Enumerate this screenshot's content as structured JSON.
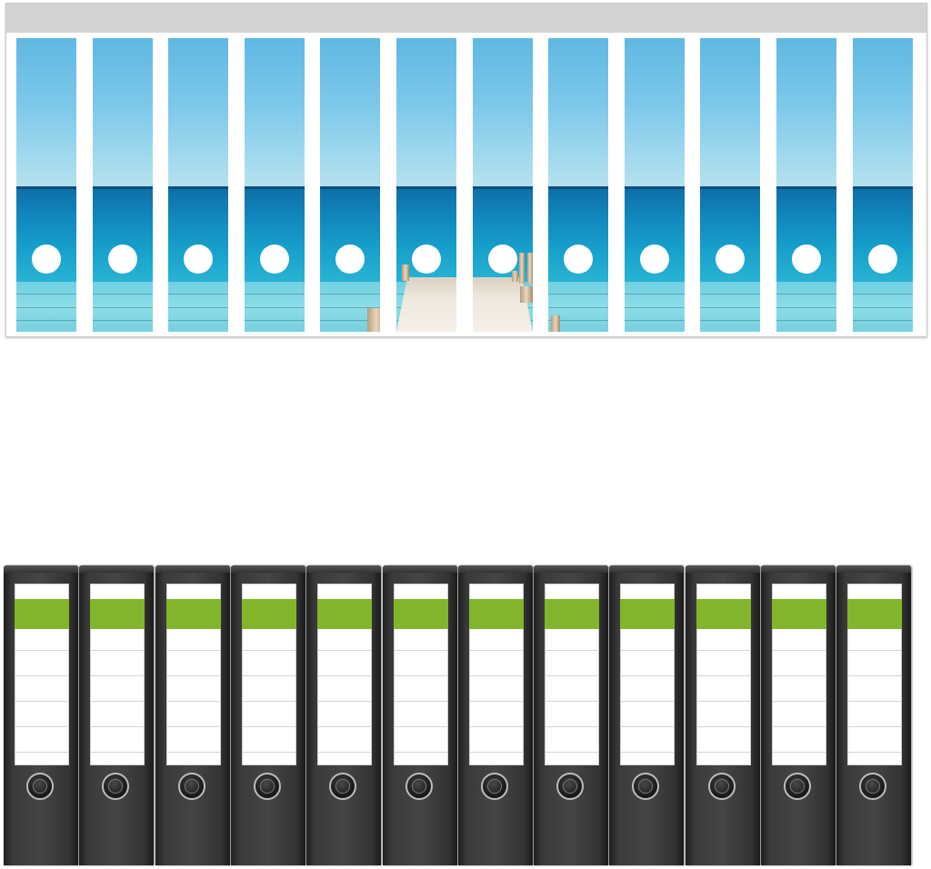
{
  "sheet": {
    "label_count": 12,
    "image": "sea-with-wooden-pier",
    "colors": {
      "sheet_header": "#d3d3d3",
      "sky": "#7cc8ea",
      "sea": "#1187bd",
      "shallow_water": "#8cdde8",
      "pier": "#efe8de"
    }
  },
  "binders": {
    "count": 12,
    "colors": {
      "binder_body": "#3a3a3a",
      "label_band": "#82b52b",
      "label_background": "#ffffff"
    }
  }
}
